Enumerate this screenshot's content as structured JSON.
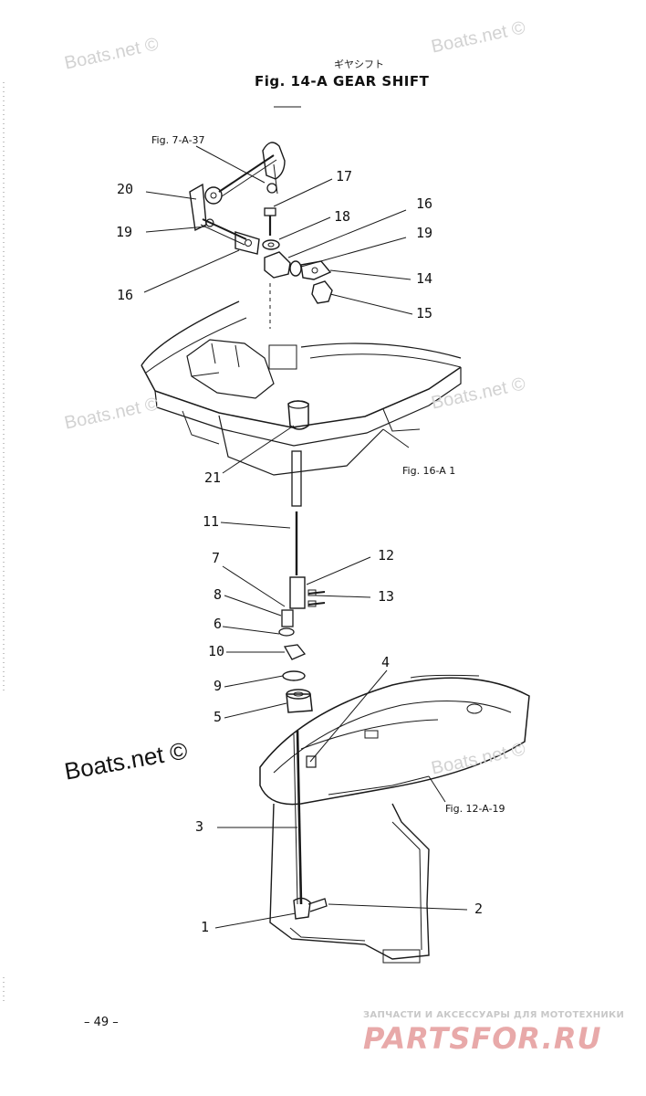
{
  "header": {
    "title_jp": "ギヤシフト",
    "title": "Fig. 14-A   GEAR SHIFT"
  },
  "watermarks": {
    "small": "Boats.net ©",
    "large": "Boats.net ©"
  },
  "figure_refs": {
    "ref_7a37": "Fig. 7-A-37",
    "ref_16a1": "Fig. 16-A 1",
    "ref_12a19": "Fig. 12-A-19"
  },
  "callouts": {
    "c20": "20",
    "c19a": "19",
    "c16a": "16",
    "c17": "17",
    "c18": "18",
    "c16b": "16",
    "c19b": "19",
    "c14": "14",
    "c15": "15",
    "c21": "21",
    "c11": "11",
    "c7": "7",
    "c12": "12",
    "c8": "8",
    "c13": "13",
    "c6": "6",
    "c10": "10",
    "c4": "4",
    "c9": "9",
    "c5": "5",
    "c3": "3",
    "c2": "2",
    "c1": "1"
  },
  "footer": {
    "page_number": "– 49 –",
    "ad_tagline": "ЗАПЧАСТИ И АКСЕССУАРЫ ДЛЯ МОТОТЕХНИКИ",
    "ad_logo": "PARTSFOR.RU"
  },
  "colors": {
    "ink": "#1a1a1a",
    "watermark": "#d2d2d2",
    "ad_logo": "#e8a9a9"
  }
}
